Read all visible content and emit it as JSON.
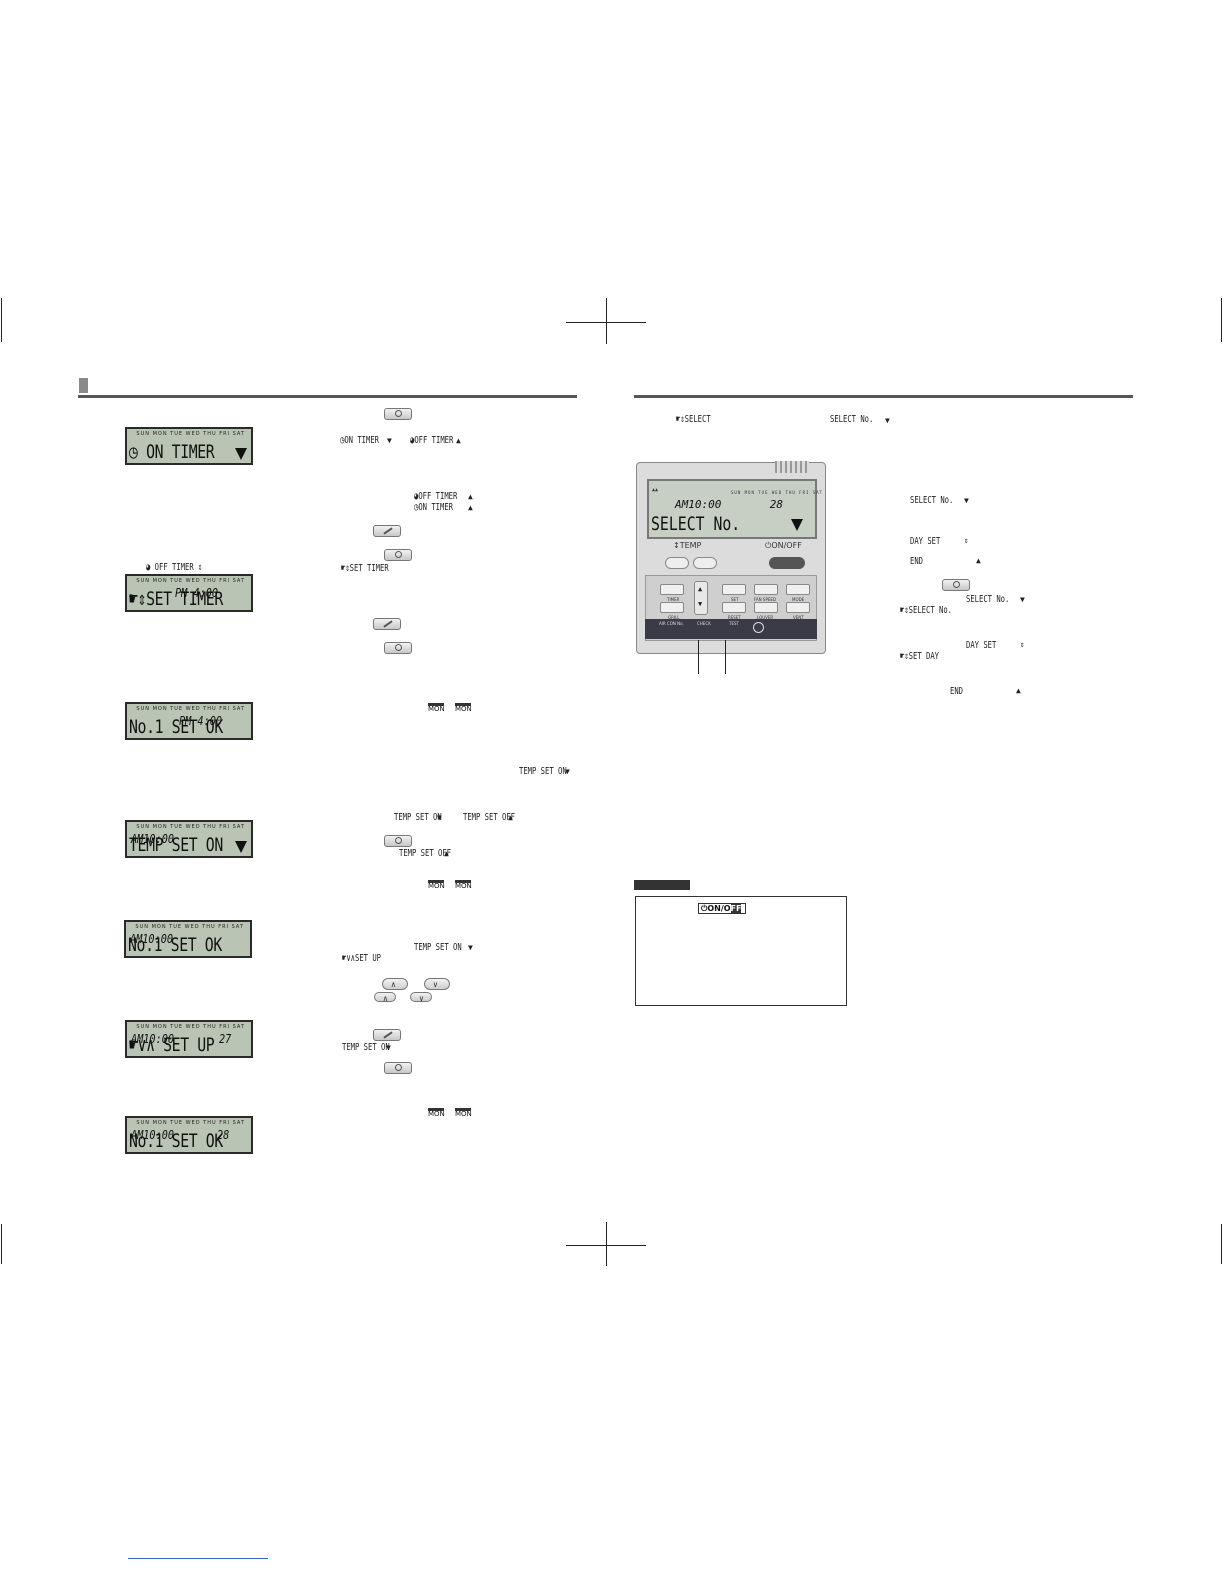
{
  "lcd": {
    "days": "SUN MON TUE WED THU FRI SAT",
    "on_timer": "ON TIMER",
    "off_timer_label": "OFF TIMER",
    "set_timer_time": "PM 4:00",
    "set_timer": "SET TIMER",
    "set_ok_time": "PM 4:00",
    "set_ok": "No.1 SET OK",
    "temp_set_on_time": "AM10:00",
    "temp_set_on": "TEMP SET ON",
    "set_ok2_time": "AM10:00",
    "set_ok2": "No.1 SET OK",
    "setup_time": "AM10:00",
    "setup_temp": "27",
    "setup": "SET UP",
    "set_ok3_time": "AM10:00",
    "set_ok3_temp": "28",
    "set_ok3": "No.1 SET OK"
  },
  "labels": {
    "on_timer": "ON TIMER",
    "off_timer": "OFF TIMER",
    "set_timer": "SET TIMER",
    "mon": "MON",
    "temp_set_on": "TEMP SET ON",
    "temp_set_off": "TEMP SET OFF",
    "set_up": "SET UP",
    "select": "SELECT",
    "select_no": "SELECT No.",
    "day_set": "DAY SET",
    "end": "END",
    "set_day": "SET DAY"
  },
  "remote": {
    "days": "SUN MON TUE WED THU FRI SAT",
    "time": "AM10:00",
    "temp": "28",
    "display": "SELECT No.",
    "temp_caption": "TEMP",
    "onoff_caption": "ON/OFF",
    "keys": [
      "TIMER",
      "SET",
      "FAN SPEED",
      "MODE",
      "GRILL",
      "RESET",
      "LOUVER",
      "VENT"
    ],
    "strip": [
      "AIR CON No.",
      "CHECK",
      "TEST"
    ]
  },
  "note": {
    "onoff_badge_on": "ON/O",
    "onoff_badge_off": "FF"
  }
}
